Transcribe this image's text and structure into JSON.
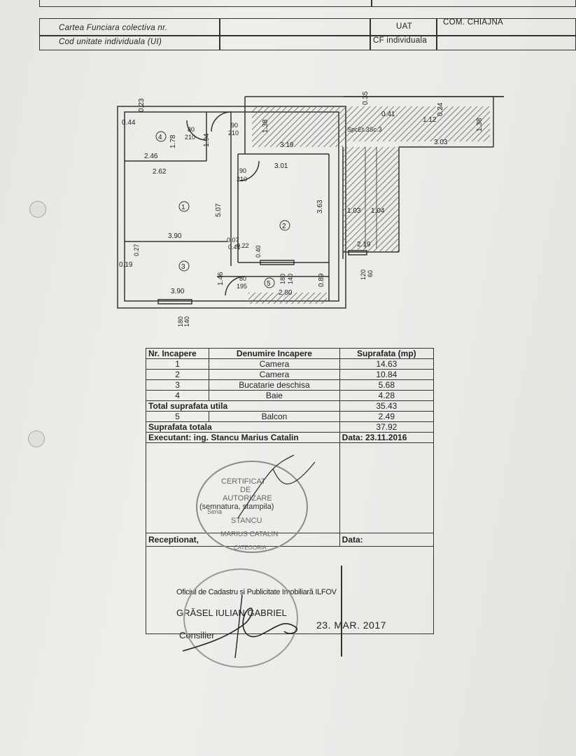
{
  "header": {
    "carte_funciara": "Cartea Funciara colectiva nr.",
    "cod_unitate": "Cod unitate individuala (UI)",
    "uat_label": "UAT",
    "uat_value": "COM. CHIAJNA",
    "cf_label": "CF individuala"
  },
  "plan": {
    "room_numbers": [
      "1",
      "2",
      "3",
      "4",
      "5"
    ],
    "dimensions": [
      "0.44",
      "0.23",
      "1.78",
      "1.94",
      "80",
      "210",
      "90",
      "210",
      "2.46",
      "2.62",
      "5.07",
      "90",
      "210",
      "3.01",
      "3.63",
      "3.19",
      "3.90",
      "0.07",
      "0.41",
      "0.22",
      "0.40",
      "0.27",
      "0.19",
      "3.90",
      "1.46",
      "80",
      "195",
      "2.80",
      "180",
      "140",
      "0.89",
      "120",
      "60",
      "180",
      "140",
      "1.38",
      "0.35",
      "0.41",
      "1.12",
      "0.24",
      "1.38",
      "3.03",
      "1.03",
      "1.04",
      "2.19"
    ],
    "stair_label": "SpcEt.3Sc.3"
  },
  "table": {
    "headers": [
      "Nr. Incapere",
      "Denumire Incapere",
      "Suprafata (mp)"
    ],
    "rows": [
      {
        "nr": "1",
        "name": "Camera",
        "area": "14.63"
      },
      {
        "nr": "2",
        "name": "Camera",
        "area": "10.84"
      },
      {
        "nr": "3",
        "name": "Bucatarie deschisa",
        "area": "5.68"
      },
      {
        "nr": "4",
        "name": "Baie",
        "area": "4.28"
      }
    ],
    "total_util_label": "Total suprafata utila",
    "total_util_value": "35.43",
    "balcon": {
      "nr": "5",
      "name": "Balcon",
      "area": "2.49"
    },
    "total_label": "Suprafata totala",
    "total_value": "37.92",
    "executant_label": "Executant: ing. Stancu Marius Catalin",
    "data_label": "Data: 23.11.2016",
    "semnatura": "(semnatura, stampila)",
    "receptionat_label": "Receptionat,",
    "receptionat_data_label": "Data:",
    "oficiu": "Oficiul de Cadastru și Publicitate Imobiliară ILFOV",
    "grasel": "GRĂSEL IULIAN GABRIEL",
    "consilier": "Consilier",
    "date_stamp": "23. MAR. 2017"
  },
  "stamp": {
    "lines": [
      "CERTIFICAT",
      "DE",
      "AUTORIZARE",
      "Seria",
      "STANCU",
      "MARIUS CATALIN",
      "CATEGORIA"
    ]
  }
}
